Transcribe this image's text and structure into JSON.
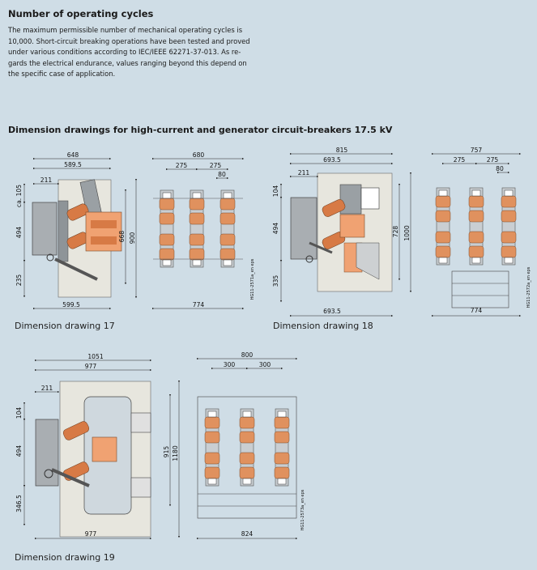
{
  "section1": {
    "title": "Number of operating cycles",
    "lines": [
      "The maximum permissible number of mechanical operating cycles is",
      "10,000. Short-circuit breaking operations have been tested and proved",
      "under various conditions according to IEC/IEEE 62271-37-013. As re-",
      "gards the electrical endurance, values ranging beyond this depend on",
      "the specific case of application."
    ]
  },
  "section2": {
    "title": "Dimension drawings for high-current and generator circuit-breakers 17.5 kV"
  },
  "captions": {
    "d17": "Dimension drawing 17",
    "d18": "Dimension drawing 18",
    "d19": "Dimension drawing 19"
  },
  "drawing17": {
    "side": {
      "w648": "648",
      "w589": "589.5",
      "w211": "211",
      "ca105": "ca. 105",
      "h494": "494",
      "h235": "235",
      "h668": "668",
      "h900": "900",
      "b599": "599.5"
    },
    "front": {
      "w680": "680",
      "w275a": "275",
      "w275b": "275",
      "w80": "80",
      "b774": "774",
      "ref": "HG11-2571a_en eps"
    }
  },
  "drawing18": {
    "side": {
      "w815": "815",
      "w693": "693.5",
      "w211": "211",
      "h104": "104",
      "h494": "494",
      "h335": "335",
      "h728": "728",
      "h1000": "1000",
      "b693": "693.5"
    },
    "front": {
      "w757": "757",
      "w275a": "275",
      "w275b": "275",
      "w80": "80",
      "b774": "774",
      "ref": "HG11-2572a_en eps"
    }
  },
  "drawing19": {
    "side": {
      "w1051": "1051",
      "w977": "977",
      "w211": "211",
      "h104": "104",
      "h494": "494",
      "h346": "346.5",
      "h915": "915",
      "h1180": "1180",
      "b977": "977"
    },
    "front": {
      "w800": "800",
      "w300a": "300",
      "w300b": "300",
      "b824": "824",
      "ref": "HG11-2573a_en eps"
    }
  },
  "colors": {
    "background": "#cfdde6",
    "panel": "#e7e6de",
    "copper": "#e0915e",
    "housing": "#9aa0a4"
  }
}
